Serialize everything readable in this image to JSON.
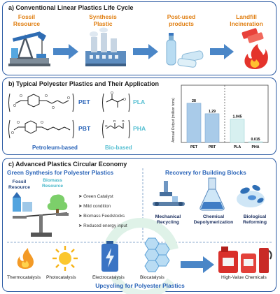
{
  "panel_a": {
    "title": "a) Conventional Linear Plastics Life Cycle",
    "steps": [
      {
        "label": "Fossil\nResource",
        "icon": "oil-pump-icon"
      },
      {
        "label": "Synthesis\nPlastic",
        "icon": "factory-icon"
      },
      {
        "label": "Post-used\nproducts",
        "icon": "plastic-bottles-icon"
      },
      {
        "label": "Landfill\nIncineration",
        "icon": "fire-icon"
      }
    ]
  },
  "panel_b": {
    "title": "b) Typical Polyester Plastics and Their Application",
    "polymers": {
      "pet": "PET",
      "pla": "PLA",
      "pbt": "PBT",
      "pha": "PHA"
    },
    "petroleum_label": "Petroleum-based",
    "bio_label": "Bio-based",
    "chart_data": {
      "type": "bar",
      "ylabel": "Annual Output (million tons)",
      "categories": [
        "PET",
        "PBT",
        "PLA",
        "PHA"
      ],
      "values": [
        28,
        1.29,
        1.045,
        0.015
      ],
      "value_labels": [
        "28",
        "1.29",
        "1.045",
        "0.015"
      ],
      "colors": {
        "petroleum": "#a9cbe9",
        "bio": "#d7f0f0"
      }
    }
  },
  "panel_c": {
    "title": "c) Advanced Plastics Circular Economy",
    "green_title": "Green Synthesis for Polyester Plastics",
    "fossil_label": "Fossil\nResource",
    "biomass_label": "Biomass\nResource",
    "checklist": [
      "Green Catalyst",
      "Mild condition",
      "Biomass Feedstocks",
      "Reduced energy input"
    ],
    "recovery_title": "Recovery for Building Blocks",
    "recovery_items": [
      {
        "label": "Mechanical\nRecycling",
        "icon": "conveyor-icon"
      },
      {
        "label": "Chemical\nDepolymerization",
        "icon": "flask-icon"
      },
      {
        "label": "Biological\nReforming",
        "icon": "microbe-icon"
      }
    ],
    "upcycling_items": [
      {
        "label": "Thermocatalysis",
        "icon": "flame-icon"
      },
      {
        "label": "Photocatalysis",
        "icon": "sun-icon"
      },
      {
        "label": "Electrocatalysis",
        "icon": "battery-icon"
      },
      {
        "label": "Biocatalysis",
        "icon": "hexagon-enzyme-icon"
      }
    ],
    "upcycling_title": "Upcycling for Polyester Plastics",
    "chemicals_label": "High-Value Chemicals"
  }
}
